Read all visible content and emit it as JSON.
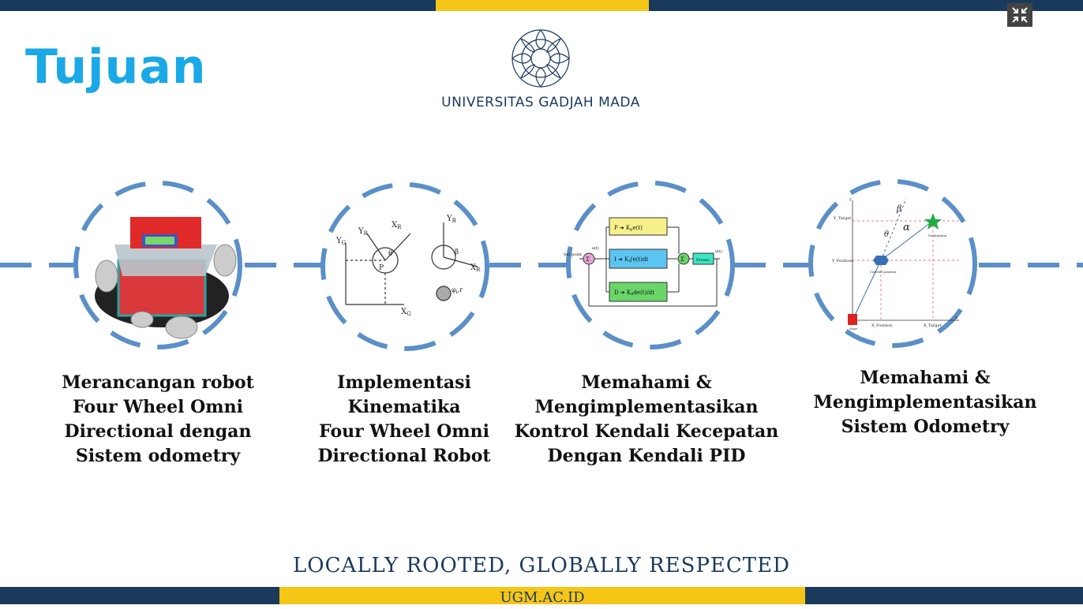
{
  "slide": {
    "title": "Tujuan",
    "title_color": "#1aa9e6",
    "university": "UNIVERSITAS GADJAH MADA",
    "brand_color": "#1a3a5c",
    "gold_color": "#f5c518",
    "tagline": "LOCALLY ROOTED, GLOBALLY RESPECTED",
    "url": "UGM.AC.ID"
  },
  "cards": [
    {
      "caption_lines": [
        "Merancangan robot",
        "Four Wheel Omni",
        "Directional dengan",
        "Sistem odometry"
      ],
      "image": "omni-robot-render"
    },
    {
      "caption_lines": [
        "Implementasi",
        "Kinematika",
        "Four Wheel Omni",
        "Directional Robot"
      ],
      "image": "kinematics-diagram"
    },
    {
      "caption_lines": [
        "Memahami &",
        "Mengimplementasikan",
        "Kontrol Kendali Kecepatan",
        "Dengan Kendali PID"
      ],
      "image": "pid-block-diagram"
    },
    {
      "caption_lines": [
        "Memahami &",
        "Mengimplementasikan",
        "Sistem Odometry"
      ],
      "image": "odometry-diagram"
    }
  ],
  "kinematics": {
    "yg": "Y",
    "yg_sub": "G",
    "xg": "X",
    "xg_sub": "G",
    "yr": "Y",
    "yr_sub": "R",
    "xr": "X",
    "xr_sub": "R",
    "theta": "θ",
    "p": "P",
    "beta": "β",
    "phi": "φ",
    "phi_r": "φ",
    "phi_r_sub": "i",
    "r": ",r"
  },
  "pid": {
    "setpoint": "Set point",
    "e": "e(t)",
    "sigma": "Σ",
    "p_label": "P ➔ K",
    "p_tail": "e(t)",
    "i_label": "I ➔ K",
    "i_tail": "∫e(t)dt",
    "d_label": "D ➔ K",
    "d_tail": "de(t)/dt",
    "p_sub": "p",
    "i_sub": "i",
    "d_sub": "d",
    "process": "Proses",
    "u": "u(t)"
  },
  "odometry": {
    "y_axis": "y",
    "x_axis": "x",
    "y_target": "Y_Target",
    "y_position": "Y_Position",
    "x_position": "X_Position",
    "x_target": "X_Target",
    "current_position": "Current position",
    "destination": "Destination",
    "start": "Start",
    "alpha": "α",
    "beta": "β",
    "theta": "θ"
  },
  "icons": {
    "exit_fullscreen": "collapse-arrows-icon",
    "logo": "ugm-seal-icon"
  }
}
